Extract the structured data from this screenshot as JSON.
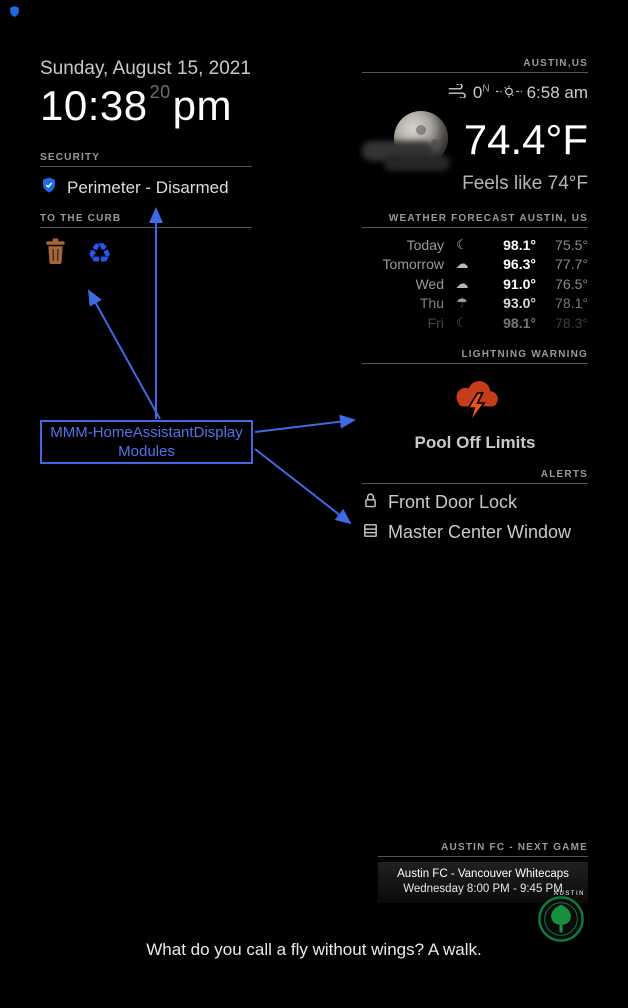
{
  "clock": {
    "date": "Sunday, August 15, 2021",
    "time": "10:38",
    "seconds": "20",
    "period": "pm"
  },
  "security": {
    "header": "SECURITY",
    "status": "Perimeter - Disarmed"
  },
  "curb": {
    "header": "TO THE CURB"
  },
  "weather": {
    "location_header": "AUSTIN,US",
    "wind_speed": "0",
    "wind_dir": "N",
    "sunrise": "6:58 am",
    "current_temp": "74.4°F",
    "feels_like": "Feels like 74°F",
    "forecast_header": "WEATHER FORECAST AUSTIN, US",
    "forecast": [
      {
        "day": "Today",
        "icon": "night-cloud-icon",
        "glyph": "☾",
        "max": "98.1°",
        "min": "75.5°"
      },
      {
        "day": "Tomorrow",
        "icon": "rain-cloud-icon",
        "glyph": "☁",
        "max": "96.3°",
        "min": "77.7°"
      },
      {
        "day": "Wed",
        "icon": "showers-icon",
        "glyph": "☁",
        "max": "91.0°",
        "min": "76.5°"
      },
      {
        "day": "Thu",
        "icon": "rain-icon",
        "glyph": "☂",
        "max": "93.0°",
        "min": "78.1°"
      },
      {
        "day": "Fri",
        "icon": "night-cloud-icon",
        "glyph": "☾",
        "max": "98.1°",
        "min": "78.3°"
      }
    ]
  },
  "lightning": {
    "header": "LIGHTNING WARNING",
    "label": "Pool Off Limits"
  },
  "alerts": {
    "header": "ALERTS",
    "items": [
      {
        "icon": "lock-icon",
        "label": "Front Door Lock"
      },
      {
        "icon": "window-icon",
        "label": "Master Center Window"
      }
    ]
  },
  "annotation": {
    "line1": "MMM-HomeAssistantDisplay",
    "line2": "Modules",
    "color": "#4169e1"
  },
  "game": {
    "header": "AUSTIN FC - NEXT GAME",
    "line1": "Austin FC - Vancouver Whitecaps",
    "line2": "Wednesday 8:00 PM - 9:45 PM",
    "logo_text": "AUSTIN"
  },
  "joke": "What do you call a fly without wings? A walk.",
  "colors": {
    "annotation_blue": "#4169e1",
    "shield_blue": "#1d6ae5",
    "recycle_blue": "#2b55f0",
    "trash_orange": "#a8653c",
    "lightning_red": "#c63d1c",
    "bolt_orange": "#e8551e",
    "logo_green": "#0f7a3d"
  }
}
